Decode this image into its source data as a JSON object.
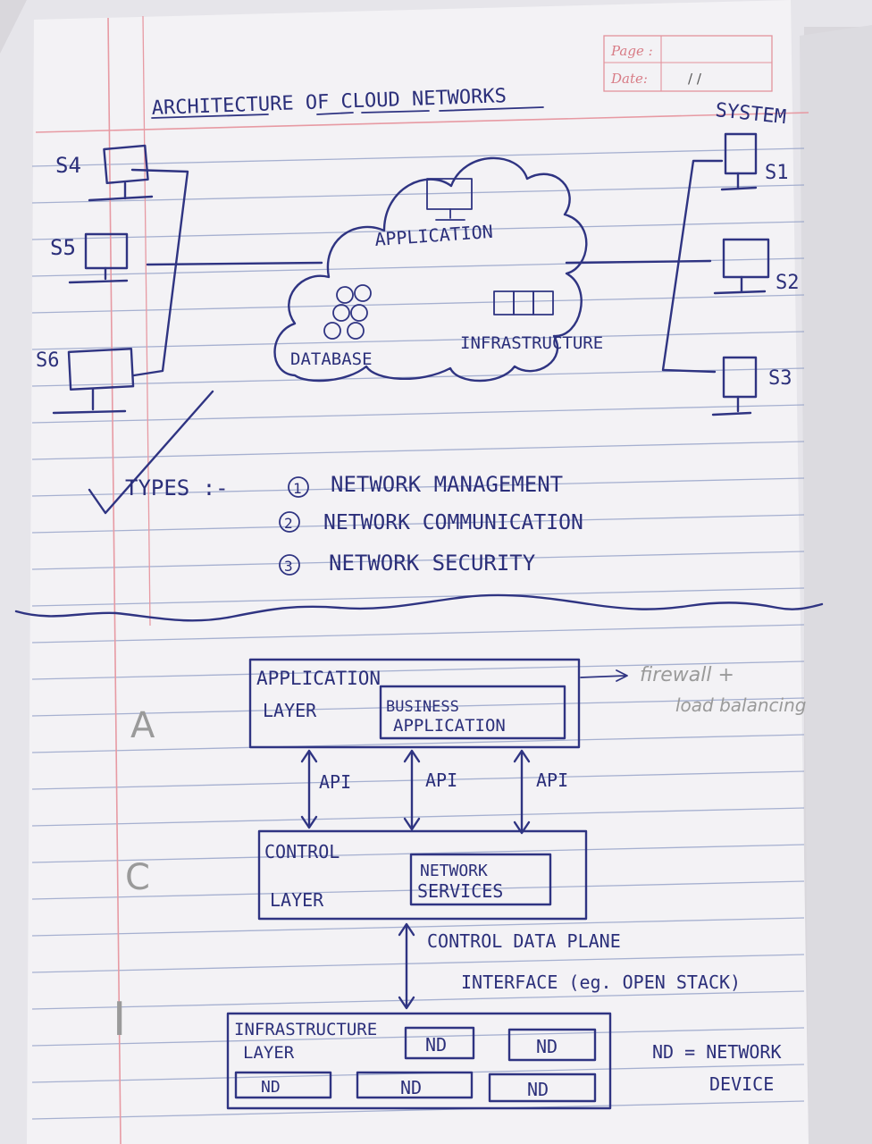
{
  "header": {
    "page_label": "Page :",
    "date_label": "Date:",
    "date_slashes": "/    /"
  },
  "top_diagram": {
    "title": "ARCHITECTURE OF CLOUD NETWORKS",
    "system_label": "SYSTEM",
    "left_systems": [
      "S4",
      "S5",
      "S6"
    ],
    "right_systems": [
      "S1",
      "S2",
      "S3"
    ],
    "cloud_labels": {
      "application": "APPLICATION",
      "database": "DATABASE",
      "infrastructure": "INFRASTRUCTURE"
    }
  },
  "types": {
    "heading": "TYPES :-",
    "items": [
      {
        "num": "1",
        "text": "NETWORK MANAGEMENT"
      },
      {
        "num": "2",
        "text": "NETWORK COMMUNICATION"
      },
      {
        "num": "3",
        "text": "NETWORK SECURITY"
      }
    ]
  },
  "layer_diagram": {
    "application_layer": {
      "line1": "APPLICATION",
      "line2": "LAYER",
      "inner_line1": "BUSINESS",
      "inner_line2": "APPLICATION",
      "side_letter": "A"
    },
    "api_labels": [
      "API",
      "API",
      "API"
    ],
    "control_layer": {
      "line1": "CONTROL",
      "line2": "LAYER",
      "inner_line1": "NETWORK",
      "inner_line2": "SERVICES",
      "side_letter": "C"
    },
    "interface_note": {
      "line1": "CONTROL DATA PLANE",
      "line2": "INTERFACE (eg. OPEN STACK)"
    },
    "infrastructure_layer": {
      "line1": "INFRASTRUCTURE",
      "line2": "LAYER",
      "side_letter": "I",
      "devices": [
        "ND",
        "ND",
        "ND",
        "ND",
        "ND"
      ]
    },
    "legend": {
      "line1": "ND = NETWORK",
      "line2": "DEVICE"
    },
    "pencil_note": {
      "line1": "firewall +",
      "line2": "load balancing"
    }
  },
  "colors": {
    "ink": "#2f3482",
    "paper": "#f3f2f5",
    "rule": "#8d9bc4",
    "margin": "#e79aa3"
  }
}
